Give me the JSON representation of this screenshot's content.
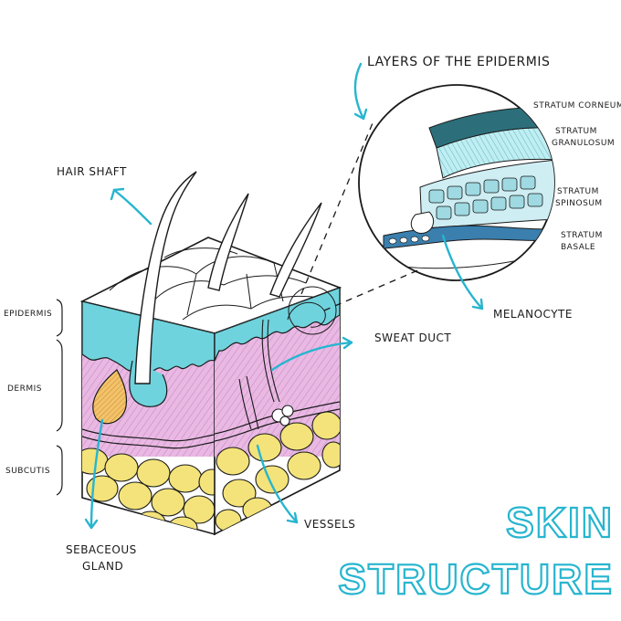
{
  "title": {
    "line1": "SKIN",
    "line2": "STRUCTURE"
  },
  "layers_callout": "LAYERS OF THE EPIDERMIS",
  "epidermis_layers": [
    {
      "line1": "STRATUM CORNEUM",
      "line2": ""
    },
    {
      "line1": "STRATUM",
      "line2": "GRANULOSUM"
    },
    {
      "line1": "STRATUM",
      "line2": "SPINOSUM"
    },
    {
      "line1": "STRATUM",
      "line2": "BASALE"
    }
  ],
  "labels": {
    "hair_shaft": "HAIR SHAFT",
    "epidermis": "EPIDERMIS",
    "dermis": "DERMIS",
    "subcutis": "SUBCUTIS",
    "sweat_duct": "SWEAT DUCT",
    "melanocyte": "MELANOCYTE",
    "vessels": "VESSELS",
    "sebaceous_line1": "SEBACEOUS",
    "sebaceous_line2": "GLAND"
  },
  "colors": {
    "ink": "#1a1a1a",
    "arrow": "#27b5cf",
    "epidermis": "#6fd3dd",
    "dermis": "#e9b8e3",
    "subcutis_fat": "#f3e37a",
    "sebaceous": "#f2c36b",
    "title": "#27b5cf"
  },
  "icons": [
    "arrow-icon"
  ]
}
